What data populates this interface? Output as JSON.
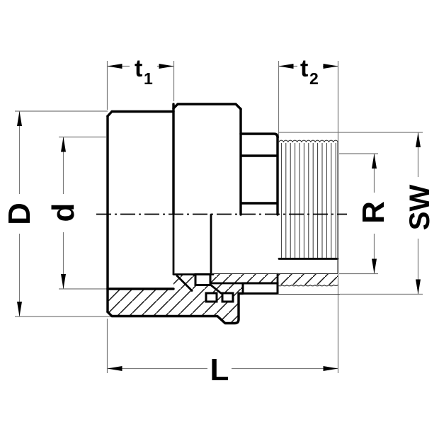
{
  "drawing": {
    "type": "technical-section-drawing",
    "subject": "pipe adapter fitting, socket x male thread, half section",
    "labels": {
      "t1": {
        "base": "t",
        "sub": "1"
      },
      "t2": {
        "base": "t",
        "sub": "2"
      },
      "D": "D",
      "d": "d",
      "R": "R",
      "SW": "SW",
      "L": "L"
    },
    "colors": {
      "outline": "#000000",
      "dimension_lines": "#7a7a7a",
      "hatch": "#111111",
      "background": "#ffffff"
    }
  }
}
